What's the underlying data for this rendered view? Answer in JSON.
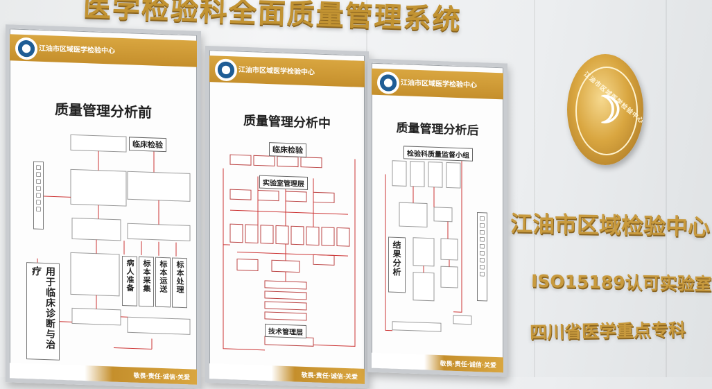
{
  "wall_header": "医学检验科全面质量管理系统",
  "boards": [
    {
      "center_name": "江油市区域医学检验中心",
      "heading": "质量管理分析前",
      "top_box": "临床检验",
      "vertical_main": "用于临床诊断与治疗",
      "steps": [
        "病人准备",
        "标本采集",
        "标本运送",
        "标本处理"
      ],
      "motto": "敬畏·责任·诚信·关爱"
    },
    {
      "center_name": "江油市区域医学检验中心",
      "heading": "质量管理分析中",
      "top_box": "临床检验",
      "mid_box": "实验室管理层",
      "low_box": "技术管理层",
      "motto": "敬畏·责任·诚信·关爱"
    },
    {
      "center_name": "江油市区域医学检验中心",
      "heading": "质量管理分析后",
      "top_box": "检验科质量监督小组",
      "vertical_main": "结果分析",
      "motto": "敬畏·责任·诚信·关爱"
    }
  ],
  "emblem": {
    "ring_text": "江油市区域医学检验中心"
  },
  "signage": {
    "line1": "江油市区域检验中心",
    "line2": "ISO15189认可实验室",
    "line3": "四川省医学重点专科"
  },
  "colors": {
    "gold": "#c58f2c",
    "flow_red": "#c33"
  }
}
